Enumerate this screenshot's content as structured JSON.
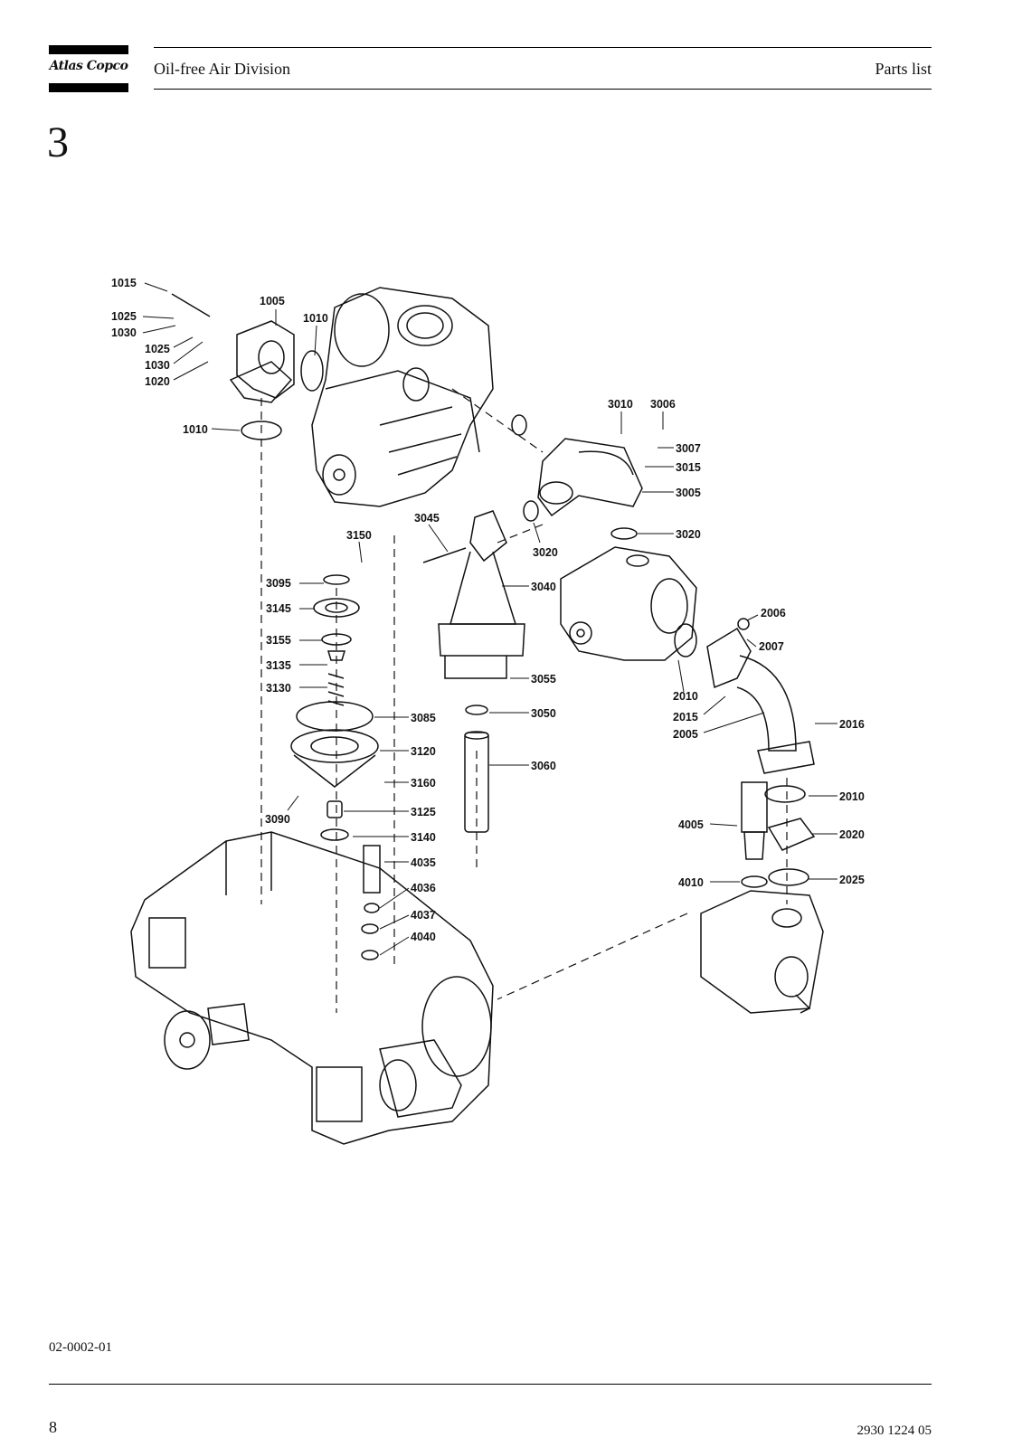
{
  "header": {
    "logo_text": "Atlas Copco",
    "division": "Oil-free Air Division",
    "section_label": "Parts list"
  },
  "section_number": "3",
  "diagram": {
    "callouts": {
      "c1015": "1015",
      "c1025a": "1025",
      "c1030a": "1030",
      "c1005": "1005",
      "c1010a": "1010",
      "c1025b": "1025",
      "c1030b": "1030",
      "c1020": "1020",
      "c1010b": "1010",
      "c3010": "3010",
      "c3006": "3006",
      "c3007": "3007",
      "c3015": "3015",
      "c3005": "3005",
      "c3045": "3045",
      "c3020a": "3020",
      "c3020b": "3020",
      "c3150": "3150",
      "c3095": "3095",
      "c3040": "3040",
      "c3145": "3145",
      "c2006": "2006",
      "c2007": "2007",
      "c3155": "3155",
      "c3135": "3135",
      "c3055": "3055",
      "c3130": "3130",
      "c2010a": "2010",
      "c3050": "3050",
      "c2015": "2015",
      "c2016": "2016",
      "c3085": "3085",
      "c2005": "2005",
      "c3120": "3120",
      "c3060": "3060",
      "c3160": "3160",
      "c2010b": "2010",
      "c3125": "3125",
      "c3090": "3090",
      "c4005": "4005",
      "c3140": "3140",
      "c2020": "2020",
      "c4035": "4035",
      "c4036": "4036",
      "c4010": "4010",
      "c2025": "2025",
      "c4037": "4037",
      "c4040": "4040"
    }
  },
  "footer": {
    "figure_id": "02-0002-01",
    "page_number": "8",
    "document_number": "2930 1224 05"
  }
}
